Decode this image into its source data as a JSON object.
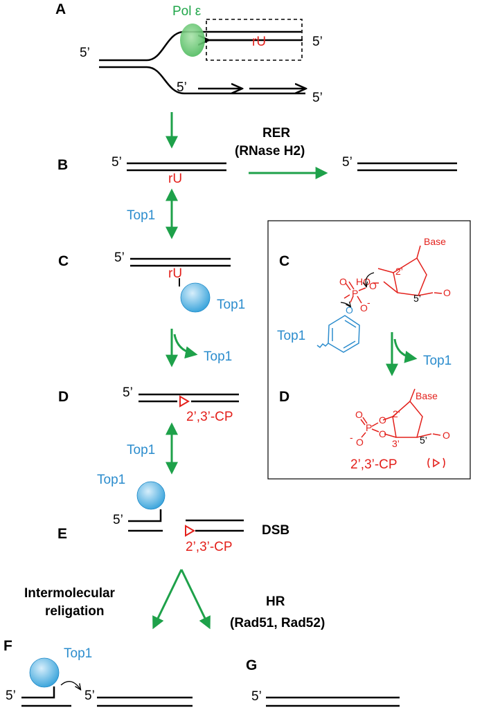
{
  "colors": {
    "arrow_green": "#1ea14a",
    "rna_red": "#e3201b",
    "top1_blue": "#2b8ccd",
    "pol_green": "#5cc46a",
    "dna_black": "#000000"
  },
  "panels": {
    "A": "A",
    "B": "B",
    "C": "C",
    "D": "D",
    "E": "E",
    "F": "F",
    "G": "G",
    "inset_C": "C",
    "inset_D": "D"
  },
  "labels": {
    "pol_epsilon": "Pol ε",
    "five_prime": "5’",
    "rU": "rU",
    "top1": "Top1",
    "rer": "RER",
    "rnase_h2": "(RNase H2)",
    "cp": "2’,3’-CP",
    "dsb": "DSB",
    "intermolecular_line1": "Intermolecular",
    "intermolecular_line2": "religation",
    "hr": "HR",
    "rad": "(Rad51, Rad52)"
  },
  "chemistry": {
    "base": "Base",
    "ho": "HO",
    "two_prime": "2’",
    "three_prime": "3’",
    "five_prime": "5’",
    "oxygen": "O",
    "phosphorus": "P",
    "minus": "-",
    "cp_legend": "2’,3’-CP"
  }
}
